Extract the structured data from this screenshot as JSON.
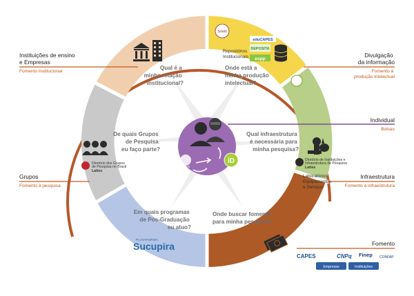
{
  "colors": {
    "outer_ring": "#b5582a",
    "seg_instituicoes": "#f1cfae",
    "seg_divulgacao": "#f5d64a",
    "seg_individual": "#b8d78b",
    "seg_infraestrutura": "#b7cf88",
    "seg_fomento": "#ad5a26",
    "seg_posgrad": "#b5c5e6",
    "seg_grupos": "#c9c9c9",
    "center": "#9b6cb4",
    "line_individual": "#7e4f96",
    "line_other": "#c25a1a",
    "question_text": "#6d6e70"
  },
  "left": {
    "instituicoes": {
      "title_line1": "Instituições de ensino",
      "title_line2": "e Empresas",
      "sub": "Fomento institucional"
    },
    "grupos": {
      "title": "Grupos",
      "sub": "Fomento à pesquisa"
    }
  },
  "right": {
    "divulgacao": {
      "title_line1": "Divulgação",
      "title_line2": "da informação",
      "sub_line1": "Fomento à",
      "sub_line2": "produção intelectual"
    },
    "individual": {
      "title": "Individual",
      "sub": "Bolsas"
    },
    "infraestrutura": {
      "title": "Infraestrutura",
      "sub": "Fomento à infraestrutura"
    },
    "fomento": {
      "title": "Fomento",
      "agencies": [
        "CAPES",
        "CNPq",
        "Finep",
        "CONFAP"
      ],
      "buttons": [
        "Empresas",
        "Instituições"
      ]
    }
  },
  "questions": {
    "q1": [
      "Qual é a",
      "minha relação",
      "institucional?"
    ],
    "q2": [
      "Onde está a",
      "minha produção",
      "intelectual?"
    ],
    "q3": [
      "Qual infraestrutura",
      "é necessária para",
      "minha pesquisa?"
    ],
    "q4": [
      "Onde buscar fomento",
      "para minha pesquisa?"
    ],
    "q5": [
      "Em quais programas",
      "de Pós-Graduação",
      "eu atuo?"
    ],
    "q6": [
      "De quais Grupos",
      "de Pesquisa",
      "eu faço parte?"
    ]
  },
  "segments": {
    "repositorios": [
      "Repositórios",
      "Institucionais"
    ],
    "logos_divulgacao": [
      "Scielo",
      "eduCAPES",
      "DEPOSITA",
      "espp"
    ],
    "infra_caption": [
      "Laboratórios",
      "Equipamentos",
      "e Serviços"
    ],
    "infra_lattes": [
      "Diretório de Instituições e",
      "Infraestrutura de Pesquisa",
      "Lattes"
    ],
    "grupos_lattes": [
      "Diretório dos Grupos",
      "de Pesquisa no Brasil",
      "Lattes"
    ],
    "sucupira": {
      "small": "PLATAFORMA",
      "big": "Sucupira"
    },
    "center_lattes": "Lattes",
    "center_id": "iD"
  }
}
